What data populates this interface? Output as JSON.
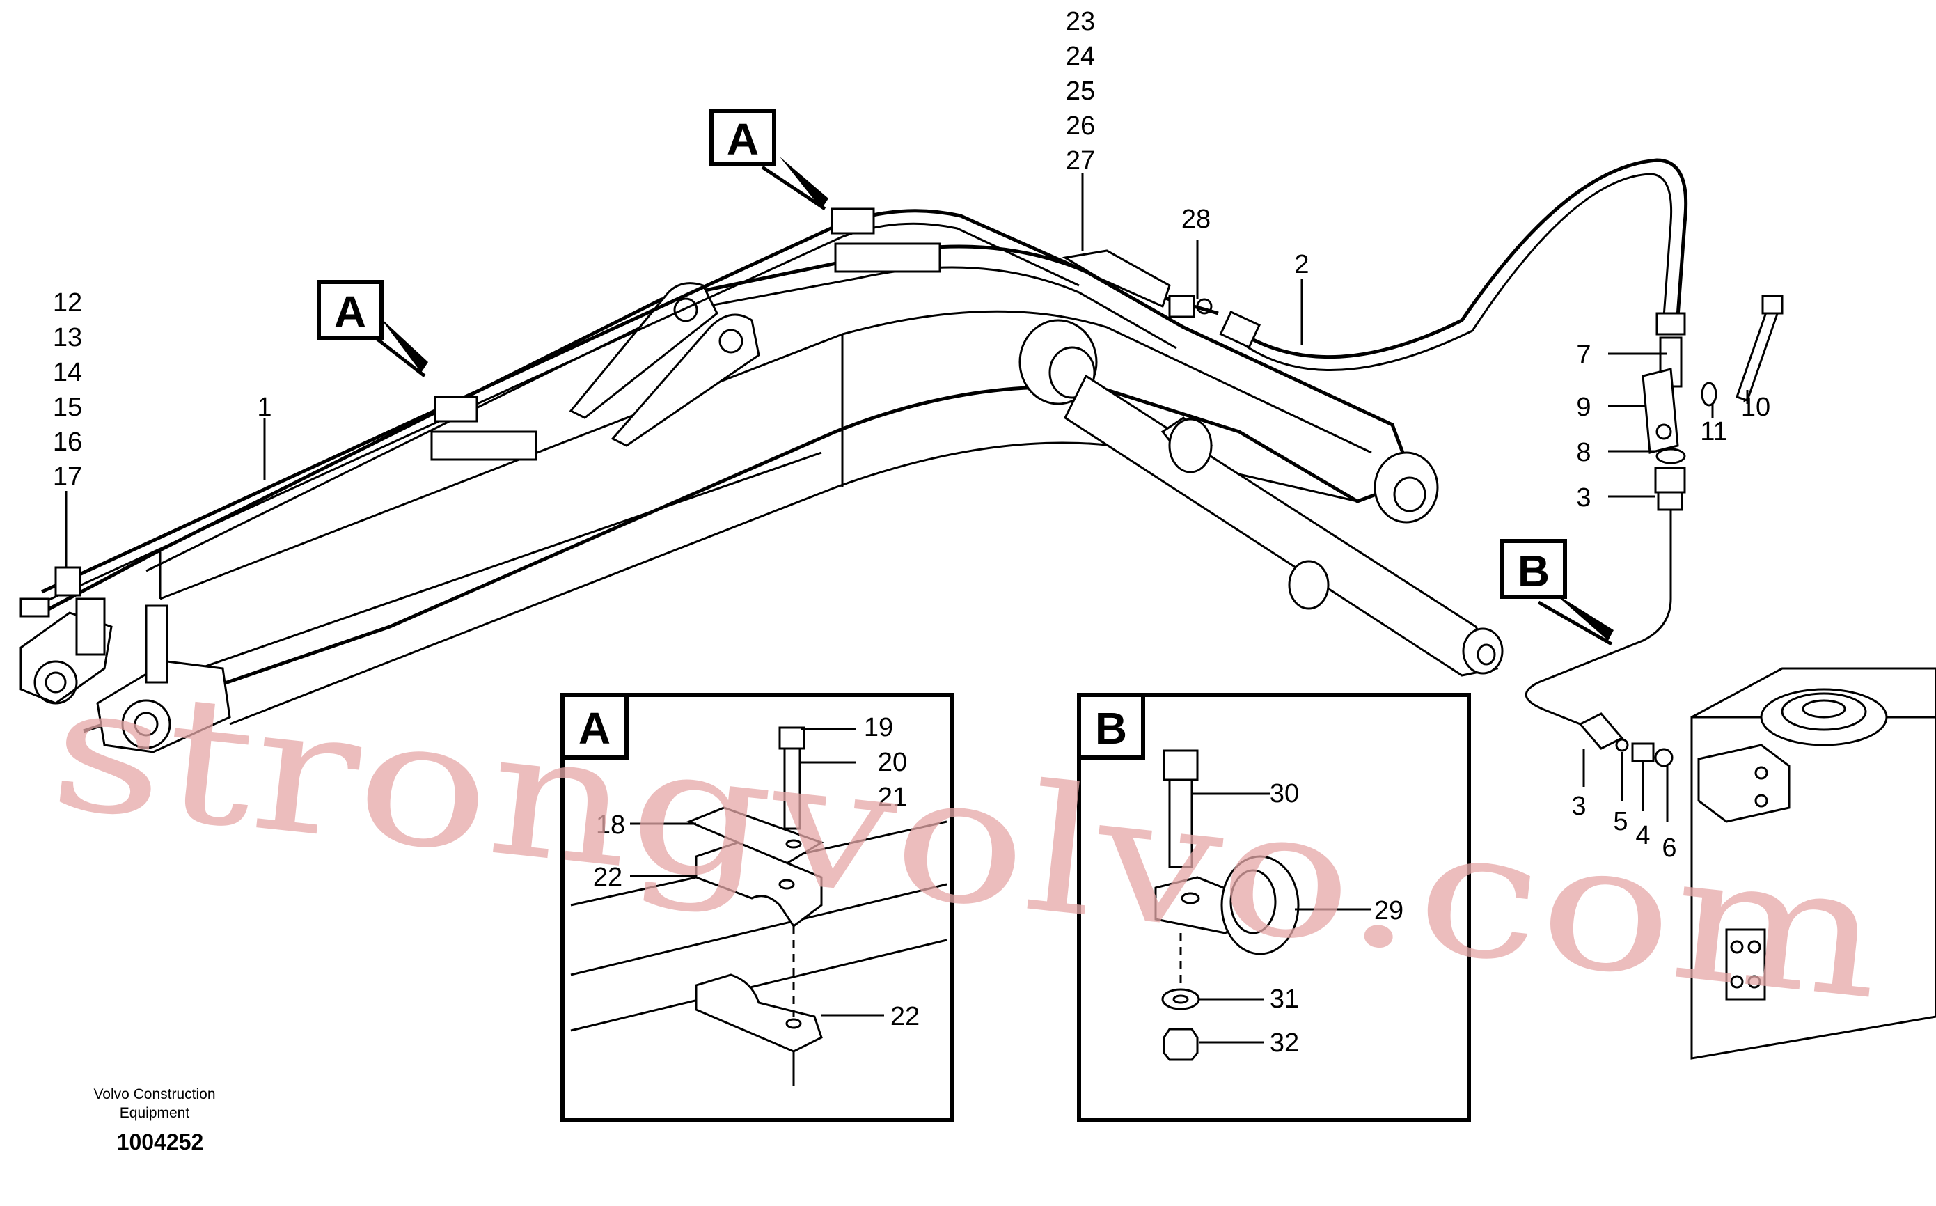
{
  "callouts": {
    "c23": "23",
    "c24": "24",
    "c25": "25",
    "c26": "26",
    "c27": "27",
    "c28": "28",
    "c2": "2",
    "c12": "12",
    "c13": "13",
    "c14": "14",
    "c15": "15",
    "c16": "16",
    "c17": "17",
    "c1": "1",
    "c7": "7",
    "c9": "9",
    "c8": "8",
    "c3a": "3",
    "c11": "11",
    "c10": "10",
    "c3b": "3",
    "c5": "5",
    "c4": "4",
    "c6": "6",
    "c19": "19",
    "c20": "20",
    "c21": "21",
    "c18": "18",
    "c22a": "22",
    "c22b": "22",
    "c30": "30",
    "c29": "29",
    "c31": "31",
    "c32": "32"
  },
  "detail_labels": {
    "a": "A",
    "b": "B"
  },
  "footer": {
    "line1": "Volvo Construction",
    "line2": "Equipment",
    "id": "1004252"
  },
  "watermark": "strongvolvo.com",
  "colors": {
    "line": "#000000",
    "watermark": "#e6a8a8",
    "background": "#ffffff"
  }
}
